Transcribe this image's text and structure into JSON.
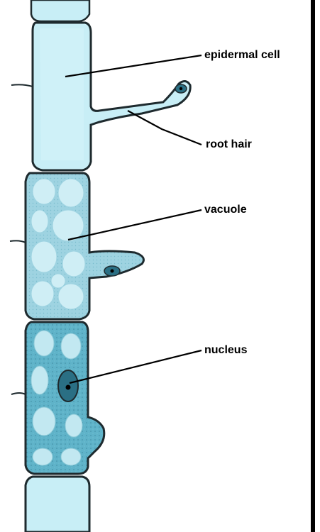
{
  "diagram": {
    "labels": {
      "epidermal_cell": "epidermal cell",
      "root_hair": "root hair",
      "vacuole": "vacuole",
      "nucleus": "nucleus"
    },
    "colors": {
      "background": "#ffffff",
      "outline": "#1e2a2e",
      "cell_light": "#c8eef6",
      "cell_mid": "#a9dde9",
      "cell_dark": "#5fb3c9",
      "vacuole_light": "#cfeef5",
      "nucleus": "#2a6f84",
      "frame": "#000000"
    }
  }
}
